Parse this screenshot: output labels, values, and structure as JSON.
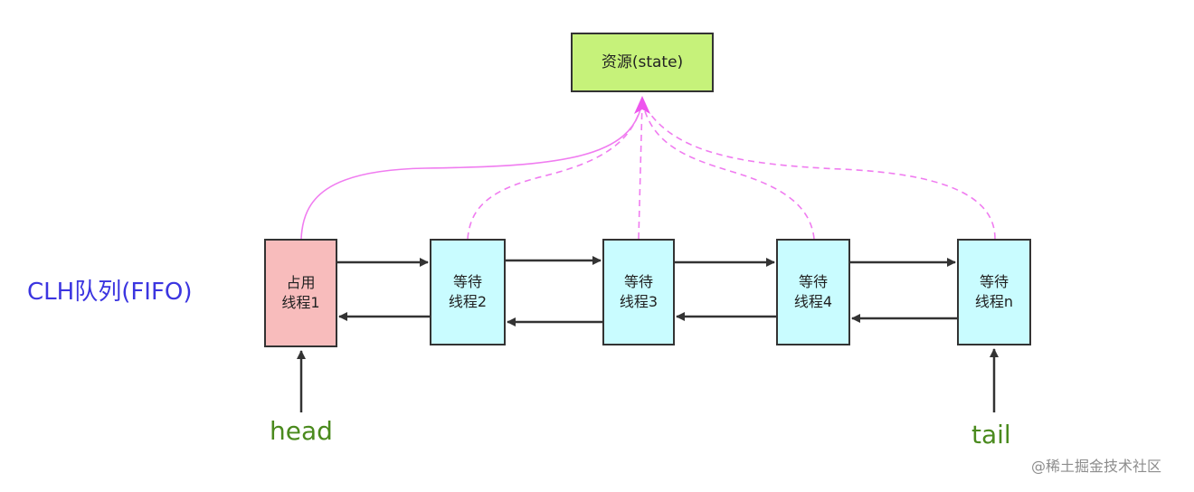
{
  "resource": {
    "label": "资源(state)"
  },
  "queue": {
    "label": "CLH队列(FIFO)"
  },
  "threads": [
    {
      "line1": "占用",
      "line2": "线程1",
      "role": "holder"
    },
    {
      "line1": "等待",
      "line2": "线程2",
      "role": "waiting"
    },
    {
      "line1": "等待",
      "line2": "线程3",
      "role": "waiting"
    },
    {
      "line1": "等待",
      "line2": "线程4",
      "role": "waiting"
    },
    {
      "line1": "等待",
      "line2": "线程n",
      "role": "waiting"
    }
  ],
  "pointers": {
    "head": "head",
    "tail": "tail"
  },
  "watermark": "@稀土掘金技术社区",
  "colors": {
    "resource_fill": "#c6f27a",
    "holder_fill": "#f8bcbc",
    "waiting_fill": "#c9fcff",
    "request_line": "#f07cf0",
    "queue_label": "#3b35e0",
    "pointer_label": "#4a8a1d"
  }
}
